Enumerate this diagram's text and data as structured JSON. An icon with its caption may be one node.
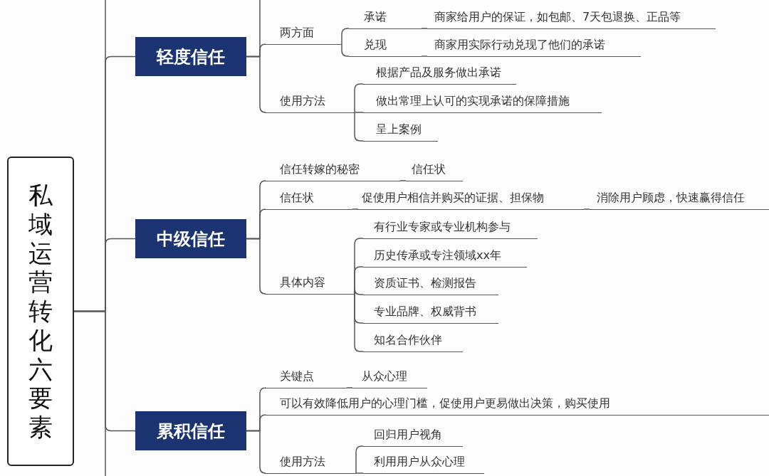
{
  "diagram": {
    "nodes": [
      {
        "text": [
          "私域运营转化六要素"
        ]
      },
      {
        "text": [
          "轻度信任"
        ]
      },
      {
        "text": [
          "两方面"
        ]
      },
      {
        "text": [
          "承诺"
        ]
      },
      {
        "text": [
          "商家给用户的保证，如包邮、7天包退换、正品等"
        ]
      },
      {
        "text": [
          "兑现"
        ]
      },
      {
        "text": [
          "商家用实际行动兑现了他们的承诺"
        ]
      },
      {
        "text": [
          "使用方法"
        ]
      },
      {
        "text": [
          "根据产品及服务做出承诺"
        ]
      },
      {
        "text": [
          "做出常理上认可的实现承诺的保障措施"
        ]
      },
      {
        "text": [
          "呈上案例"
        ]
      },
      {
        "text": [
          "中级信任"
        ]
      },
      {
        "text": [
          "信任转嫁的秘密"
        ]
      },
      {
        "text": [
          "信任状"
        ]
      },
      {
        "text": [
          "信任状"
        ]
      },
      {
        "text": [
          "促使用户相信并购买的证据、担保物"
        ]
      },
      {
        "text": [
          "消除用户顾虑，快速赢得信任"
        ]
      },
      {
        "text": [
          "具体内容"
        ]
      },
      {
        "text": [
          "有行业专家或专业机构参与"
        ]
      },
      {
        "text": [
          "历史传承或专注领域xx年"
        ]
      },
      {
        "text": [
          "资质证书、检测报告"
        ]
      },
      {
        "text": [
          "专业品牌、权威背书"
        ]
      },
      {
        "text": [
          "知名合作伙伴"
        ]
      },
      {
        "text": [
          "累积信任"
        ]
      },
      {
        "text": [
          "关键点"
        ]
      },
      {
        "text": [
          "从众心理"
        ]
      },
      {
        "text": [
          "可以有效降低用户的心理门槛，促使用户更易做出决策，购买使用"
        ]
      },
      {
        "text": [
          "使用方法"
        ]
      },
      {
        "text": [
          "回归用户视角"
        ]
      },
      {
        "text": [
          "利用用户从众心理"
        ]
      }
    ],
    "edges": [
      {
        "from": 0,
        "to": null,
        "arrow": "none"
      },
      {
        "from": 0,
        "to": 1,
        "arrow": "none"
      },
      {
        "from": 0,
        "to": 11,
        "arrow": "none"
      },
      {
        "from": 0,
        "to": 23,
        "arrow": "none"
      },
      {
        "from": 0,
        "to": null,
        "arrow": "none"
      },
      {
        "from": 1,
        "to": null,
        "arrow": "none"
      },
      {
        "from": 1,
        "to": 2,
        "arrow": "none"
      },
      {
        "from": 1,
        "to": 7,
        "arrow": "none"
      },
      {
        "from": 2,
        "to": 3,
        "arrow": "none"
      },
      {
        "from": 2,
        "to": 5,
        "arrow": "none"
      },
      {
        "from": 3,
        "to": 4,
        "arrow": "none"
      },
      {
        "from": 5,
        "to": 6,
        "arrow": "none"
      },
      {
        "from": 7,
        "to": 8,
        "arrow": "none"
      },
      {
        "from": 7,
        "to": 9,
        "arrow": "none"
      },
      {
        "from": 7,
        "to": 10,
        "arrow": "none"
      },
      {
        "from": 11,
        "to": 12,
        "arrow": "none"
      },
      {
        "from": 11,
        "to": 14,
        "arrow": "none"
      },
      {
        "from": 11,
        "to": 17,
        "arrow": "none"
      },
      {
        "from": 12,
        "to": 13,
        "arrow": "none"
      },
      {
        "from": 14,
        "to": 15,
        "arrow": "none"
      },
      {
        "from": 15,
        "to": 16,
        "arrow": "none"
      },
      {
        "from": 17,
        "to": 18,
        "arrow": "none"
      },
      {
        "from": 17,
        "to": 19,
        "arrow": "none"
      },
      {
        "from": 17,
        "to": 20,
        "arrow": "none"
      },
      {
        "from": 17,
        "to": 21,
        "arrow": "none"
      },
      {
        "from": 17,
        "to": 22,
        "arrow": "none"
      },
      {
        "from": 23,
        "to": 24,
        "arrow": "none"
      },
      {
        "from": 23,
        "to": 26,
        "arrow": "none"
      },
      {
        "from": 23,
        "to": 27,
        "arrow": "none"
      },
      {
        "from": 24,
        "to": 25,
        "arrow": "none"
      },
      {
        "from": 27,
        "to": 28,
        "arrow": "none"
      },
      {
        "from": 27,
        "to": 29,
        "arrow": "none"
      }
    ]
  }
}
